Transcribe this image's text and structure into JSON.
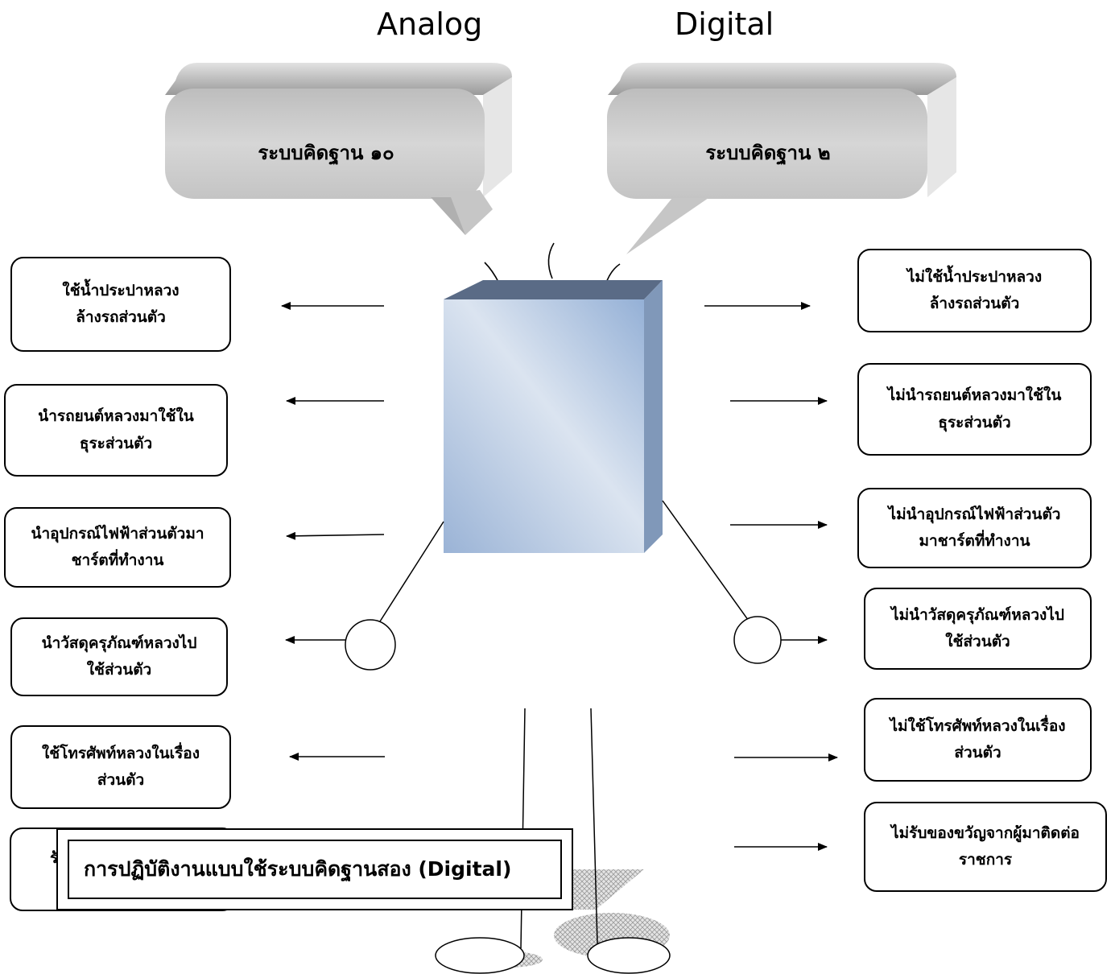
{
  "headers": {
    "left": "Analog",
    "right": "Digital"
  },
  "bubbles": {
    "left": "ระบบคิดฐาน ๑๐",
    "right": "ระบบคิดฐาน ๒"
  },
  "left_boxes": [
    "ใช้น้ำประปาหลวง\nล้างรถส่วนตัว",
    "นำรถยนต์หลวงมาใช้ใน\nธุระส่วนตัว",
    "นำอุปกรณ์ไฟฟ้าส่วนตัวมา\nชาร์ตที่ทำงาน",
    "นำวัสดุครุภัณฑ์หลวงไป\nใช้ส่วนตัว",
    "ใช้โทรศัพท์หลวงในเรื่อง\nส่วนตัว",
    "รั"
  ],
  "right_boxes": [
    "ไม่ใช้น้ำประปาหลวง\nล้างรถส่วนตัว",
    "ไม่นำรถยนต์หลวงมาใช้ใน\nธุระส่วนตัว",
    "ไม่นำอุปกรณ์ไฟฟ้าส่วนตัว\nมาชาร์ตที่ทำงาน",
    "ไม่นำวัสดุครุภัณฑ์หลวงไป\nใช้ส่วนตัว",
    "ไม่ใช้โทรศัพท์หลวงในเรื่อง\nส่วนตัว",
    "ไม่รับของขวัญจากผู้มาติดต่อ\nราชการ"
  ],
  "banner": "การปฏิบัติงานแบบใช้ระบบคิดฐานสอง (Digital)",
  "colors": {
    "box_front_light": "#dde6f1",
    "box_front_dark": "#9ab3d6",
    "box_top": "#5a6b86",
    "box_side": "#8098b9",
    "bubble": "#cfcfcf"
  }
}
